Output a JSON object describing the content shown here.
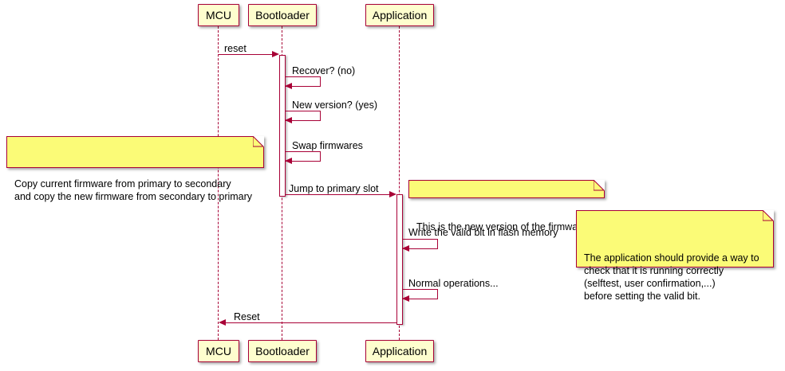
{
  "colors": {
    "accent": "#A80036",
    "participant_fill": "#FEFECE",
    "note_fill": "#FBFB77",
    "background": "#FFFFFF"
  },
  "participants": [
    {
      "label": "MCU"
    },
    {
      "label": "Bootloader"
    },
    {
      "label": "Application"
    }
  ],
  "messages": [
    {
      "label": "reset",
      "from": "MCU",
      "to": "Bootloader",
      "kind": "arrow"
    },
    {
      "label": "Recover? (no)",
      "from": "Bootloader",
      "to": "Bootloader",
      "kind": "self"
    },
    {
      "label": "New version? (yes)",
      "from": "Bootloader",
      "to": "Bootloader",
      "kind": "self"
    },
    {
      "label": "Swap firmwares",
      "from": "Bootloader",
      "to": "Bootloader",
      "kind": "self"
    },
    {
      "label": "Jump to primary slot",
      "from": "Bootloader",
      "to": "Application",
      "kind": "arrow"
    },
    {
      "label": "Write the valid bit in flash memory",
      "from": "Application",
      "to": "Application",
      "kind": "self"
    },
    {
      "label": "Normal operations...",
      "from": "Application",
      "to": "Application",
      "kind": "self"
    },
    {
      "label": "Reset",
      "from": "Application",
      "to": "MCU",
      "kind": "arrow"
    }
  ],
  "notes": [
    {
      "text": "Copy current firmware from primary to secondary\nand copy the new firmware from secondary to primary"
    },
    {
      "text": "This is the new version of the firmware"
    },
    {
      "text": "The application should provide a way to\ncheck that it is running correctly\n(selftest, user confirmation,...)\nbefore setting the valid bit."
    }
  ]
}
